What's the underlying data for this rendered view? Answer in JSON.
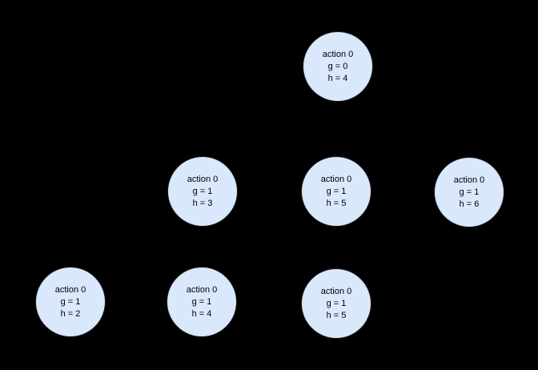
{
  "diagram": {
    "type": "search-tree",
    "background_color": "#000000",
    "node_fill_color": "#dae8fc",
    "node_stroke_color": "#1c1c1c",
    "text_color": "#000000",
    "edges_visible": false,
    "nodes": [
      {
        "id": "root",
        "row": 0,
        "action": "action 0",
        "g": "g = 0",
        "h": "h = 4"
      },
      {
        "id": "mid-left",
        "row": 1,
        "action": "action 0",
        "g": "g = 1",
        "h": "h = 3"
      },
      {
        "id": "mid-center",
        "row": 1,
        "action": "action 0",
        "g": "g = 1",
        "h": "h = 5"
      },
      {
        "id": "mid-right",
        "row": 1,
        "action": "action 0",
        "g": "g = 1",
        "h": "h = 6"
      },
      {
        "id": "bottom-left",
        "row": 2,
        "action": "action 0",
        "g": "g = 1",
        "h": "h = 2"
      },
      {
        "id": "bottom-center",
        "row": 2,
        "action": "action 0",
        "g": "g = 1",
        "h": "h = 4"
      },
      {
        "id": "bottom-right",
        "row": 2,
        "action": "action 0",
        "g": "g = 1",
        "h": "h = 5"
      }
    ]
  }
}
